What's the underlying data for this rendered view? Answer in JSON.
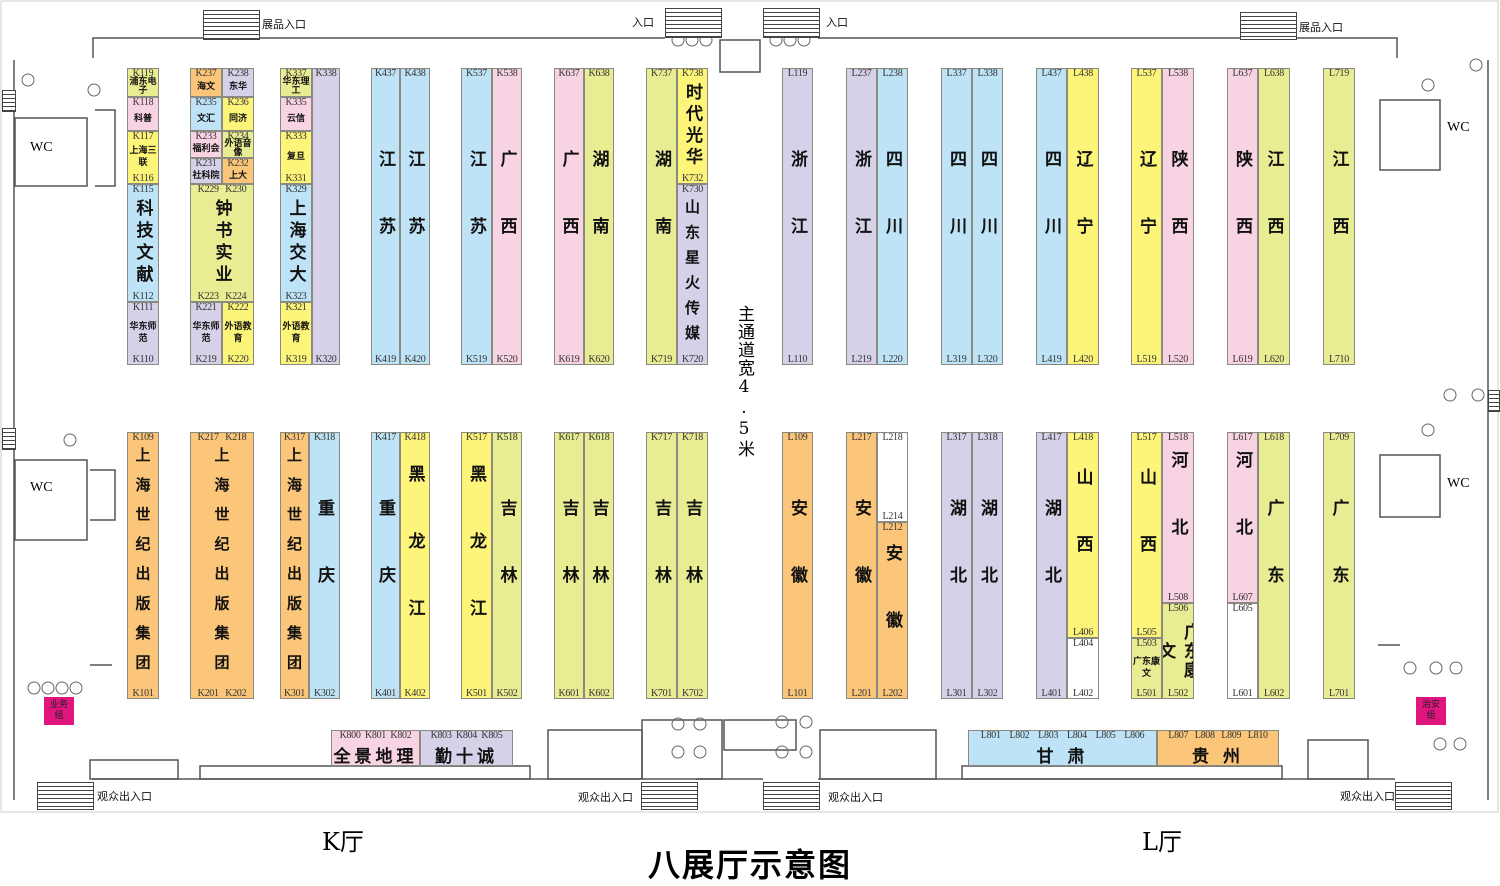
{
  "title": "八展厅示意图",
  "halls": {
    "k": "K厅",
    "l": "L厅"
  },
  "main_aisle": "主通道宽4.5米",
  "entrances": {
    "exhibit_entrance": "展品入口",
    "entrance": "入口",
    "visitor_entrance": "观众出入口"
  },
  "wc": "WC",
  "offices": {
    "business": "业务组",
    "security": "治安组"
  },
  "colors": {
    "pink": "#f8d3e3",
    "yellow": "#fdf47a",
    "gy": "#e8ec92",
    "blue": "#bee3f6",
    "purple": "#d6d0e8",
    "orange": "#fbc679",
    "white": "#ffffff"
  },
  "booths": [
    {
      "top": "K119",
      "bottom": "",
      "name": "浦东电子",
      "color": "gy"
    },
    {
      "top": "K118",
      "bottom": "",
      "name": "科普",
      "color": "pink"
    },
    {
      "top": "K117",
      "bottom": "K116",
      "name": "上海三联",
      "color": "yellow"
    },
    {
      "top": "K115",
      "bottom": "K112",
      "name": "科技文献",
      "color": "blue"
    },
    {
      "top": "K111",
      "bottom": "K110",
      "name": "华东师范",
      "color": "purple"
    },
    {
      "top": "K237",
      "bottom": "",
      "name": "海文",
      "color": "orange"
    },
    {
      "top": "K238",
      "bottom": "",
      "name": "东华",
      "color": "purple"
    },
    {
      "top": "K235",
      "bottom": "",
      "name": "文汇",
      "color": "blue"
    },
    {
      "top": "K236",
      "bottom": "",
      "name": "同济",
      "color": "yellow"
    },
    {
      "top": "K233",
      "bottom": "",
      "name": "福利会",
      "color": "pink"
    },
    {
      "top": "K234",
      "bottom": "",
      "name": "外语音像",
      "color": "gy"
    },
    {
      "top": "K231",
      "bottom": "",
      "name": "社科院",
      "color": "purple"
    },
    {
      "top": "K232",
      "bottom": "",
      "name": "上大",
      "color": "orange"
    },
    {
      "top": "K229   K230",
      "bottom": "K223   K224",
      "name": "钟书实业",
      "color": "gy"
    },
    {
      "top": "K221",
      "bottom": "K219",
      "name": "华东师范",
      "color": "purple"
    },
    {
      "top": "K222",
      "bottom": "K220",
      "name": "外语教育",
      "color": "yellow"
    },
    {
      "top": "K337",
      "bottom": "",
      "name": "华东理工",
      "color": "gy"
    },
    {
      "top": "K335",
      "bottom": "",
      "name": "云信",
      "color": "pink"
    },
    {
      "top": "K333",
      "bottom": "K331",
      "name": "复旦",
      "color": "yellow"
    },
    {
      "top": "K329",
      "bottom": "K323",
      "name": "上海交大",
      "color": "blue"
    },
    {
      "top": "K321",
      "bottom": "K319",
      "name": "外语教育",
      "color": "yellow"
    },
    {
      "top": "K338",
      "bottom": "K320",
      "name": "",
      "color": "purple"
    },
    {
      "top": "K437",
      "bottom": "K419",
      "name": "江苏",
      "color": "blue"
    },
    {
      "top": "K438",
      "bottom": "K420",
      "name": "江苏",
      "color": "blue"
    },
    {
      "top": "K537",
      "bottom": "K519",
      "name": "江苏",
      "color": "blue"
    },
    {
      "top": "K538",
      "bottom": "K520",
      "name": "广西",
      "color": "pink"
    },
    {
      "top": "K637",
      "bottom": "K619",
      "name": "广西",
      "color": "pink"
    },
    {
      "top": "K638",
      "bottom": "K620",
      "name": "湖南",
      "color": "gy"
    },
    {
      "top": "K737",
      "bottom": "K719",
      "name": "湖南",
      "color": "gy"
    },
    {
      "top": "K738",
      "bottom": "K732",
      "name": "时代光华",
      "color": "yellow"
    },
    {
      "top": "K730",
      "bottom": "K720",
      "name": "山东星火传媒",
      "color": "purple"
    },
    {
      "top": "L119",
      "bottom": "L110",
      "name": "浙江",
      "color": "purple"
    },
    {
      "top": "L237",
      "bottom": "L219",
      "name": "浙江",
      "color": "purple"
    },
    {
      "top": "L238",
      "bottom": "L220",
      "name": "四川",
      "color": "blue"
    },
    {
      "top": "L337",
      "bottom": "L319",
      "name": "四川",
      "color": "blue"
    },
    {
      "top": "L338",
      "bottom": "L320",
      "name": "四川",
      "color": "blue"
    },
    {
      "top": "L437",
      "bottom": "L419",
      "name": "四川",
      "color": "blue"
    },
    {
      "top": "L438",
      "bottom": "L420",
      "name": "辽宁",
      "color": "yellow"
    },
    {
      "top": "L537",
      "bottom": "L519",
      "name": "辽宁",
      "color": "yellow"
    },
    {
      "top": "L538",
      "bottom": "L520",
      "name": "陕西",
      "color": "pink"
    },
    {
      "top": "L637",
      "bottom": "L619",
      "name": "陕西",
      "color": "pink"
    },
    {
      "top": "L638",
      "bottom": "L620",
      "name": "江西",
      "color": "gy"
    },
    {
      "top": "L719",
      "bottom": "L710",
      "name": "江西",
      "color": "gy"
    },
    {
      "top": "K109",
      "bottom": "K101",
      "name": "上海世纪出版集团",
      "color": "orange"
    },
    {
      "top": "K217   K218",
      "bottom": "K201   K202",
      "name": "上海世纪出版集团",
      "color": "orange"
    },
    {
      "top": "K317",
      "bottom": "K301",
      "name": "上海世纪出版集团",
      "color": "orange"
    },
    {
      "top": "K318",
      "bottom": "K302",
      "name": "重庆",
      "color": "blue"
    },
    {
      "top": "K417",
      "bottom": "K401",
      "name": "重庆",
      "color": "blue"
    },
    {
      "top": "K418",
      "bottom": "K402",
      "name": "黑龙江",
      "color": "yellow"
    },
    {
      "top": "K517",
      "bottom": "K501",
      "name": "黑龙江",
      "color": "yellow"
    },
    {
      "top": "K518",
      "bottom": "K502",
      "name": "吉林",
      "color": "gy"
    },
    {
      "top": "K617",
      "bottom": "K601",
      "name": "吉林",
      "color": "gy"
    },
    {
      "top": "K618",
      "bottom": "K602",
      "name": "吉林",
      "color": "gy"
    },
    {
      "top": "K717",
      "bottom": "K701",
      "name": "吉林",
      "color": "gy"
    },
    {
      "top": "K718",
      "bottom": "K702",
      "name": "吉林",
      "color": "gy"
    },
    {
      "top": "L109",
      "bottom": "L101",
      "name": "安徽",
      "color": "orange"
    },
    {
      "top": "L217",
      "bottom": "L201",
      "name": "安徽",
      "color": "orange"
    },
    {
      "top": "L218",
      "bottom": "L214",
      "name": "",
      "color": "white"
    },
    {
      "top": "L212",
      "bottom": "L202",
      "name": "安徽",
      "color": "orange"
    },
    {
      "top": "L317",
      "bottom": "L301",
      "name": "湖北",
      "color": "purple"
    },
    {
      "top": "L318",
      "bottom": "L302",
      "name": "湖北",
      "color": "purple"
    },
    {
      "top": "L417",
      "bottom": "L401",
      "name": "湖北",
      "color": "purple"
    },
    {
      "top": "L418",
      "bottom": "L406",
      "name": "山西",
      "color": "yellow"
    },
    {
      "top": "L404",
      "bottom": "L402",
      "name": "",
      "color": "white"
    },
    {
      "top": "L517",
      "bottom": "L505",
      "name": "山西",
      "color": "yellow"
    },
    {
      "top": "L503",
      "bottom": "L501",
      "name": "广东康文",
      "color": "gy"
    },
    {
      "top": "L518",
      "bottom": "L508",
      "name": "河北",
      "color": "pink"
    },
    {
      "top": "L506",
      "bottom": "L502",
      "name": "广东康文",
      "color": "gy"
    },
    {
      "top": "L617",
      "bottom": "L607",
      "name": "河北",
      "color": "pink"
    },
    {
      "top": "L605",
      "bottom": "L601",
      "name": "",
      "color": "white"
    },
    {
      "top": "L618",
      "bottom": "L602",
      "name": "广东",
      "color": "gy"
    },
    {
      "top": "L709",
      "bottom": "L701",
      "name": "广东",
      "color": "gy"
    },
    {
      "top": "K800  K801  K802",
      "bottom": "",
      "name": "全景地理",
      "color": "pink"
    },
    {
      "top": "K803  K804  K805",
      "bottom": "",
      "name": "勤十诚",
      "color": "purple"
    },
    {
      "top": "L801    L802    L803    L804    L805    L806",
      "bottom": "",
      "name": "甘      肃",
      "color": "blue"
    },
    {
      "top": "L807   L808   L809   L810",
      "bottom": "",
      "name": "贵    州",
      "color": "orange"
    }
  ]
}
